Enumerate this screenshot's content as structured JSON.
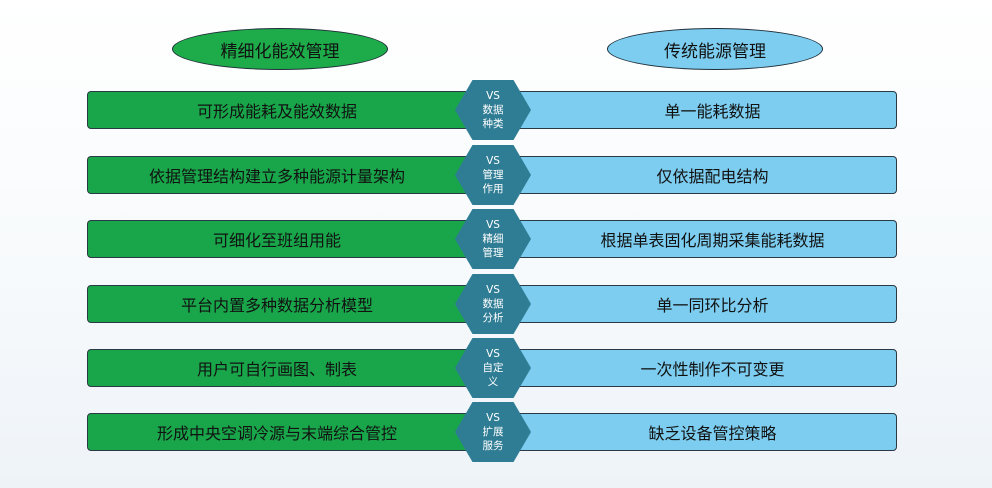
{
  "headers": {
    "left": "精细化能效管理",
    "right": "传统能源管理"
  },
  "rows": [
    {
      "left": "可形成能耗及能效数据",
      "vs": "VS",
      "category": [
        "数据",
        "种类"
      ],
      "right": "单一能耗数据"
    },
    {
      "left": "依据管理结构建立多种能源计量架构",
      "vs": "VS",
      "category": [
        "管理",
        "作用"
      ],
      "right": "仅依据配电结构"
    },
    {
      "left": "可细化至班组用能",
      "vs": "VS",
      "category": [
        "精细",
        "管理"
      ],
      "right": "根据单表固化周期采集能耗数据"
    },
    {
      "left": "平台内置多种数据分析模型",
      "vs": "VS",
      "category": [
        "数据",
        "分析"
      ],
      "right": "单一同环比分析"
    },
    {
      "left": "用户可自行画图、制表",
      "vs": "VS",
      "category": [
        "自定",
        "义"
      ],
      "right": "一次性制作不可变更"
    },
    {
      "left": "形成中央空调冷源与末端综合管控",
      "vs": "VS",
      "category": [
        "扩展",
        "服务"
      ],
      "right": "缺乏设备管控策略"
    }
  ],
  "colors": {
    "left_fill": "#19a64a",
    "right_fill": "#7ccdf0",
    "vs_fill": "#2f7d94"
  }
}
